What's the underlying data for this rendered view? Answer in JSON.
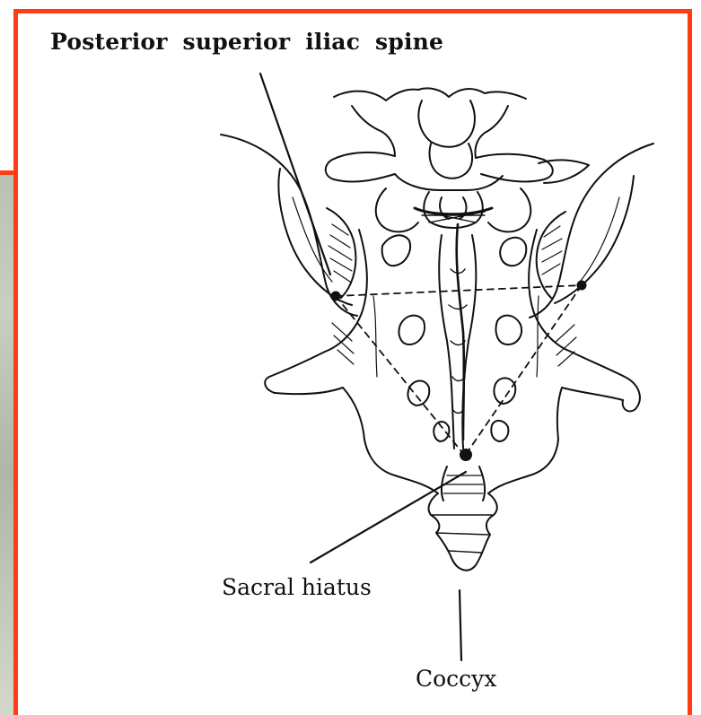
{
  "labels": {
    "psis": "Posterior superior iliac spine",
    "sacral_hiatus": "Sacral hiatus",
    "coccyx": "Coccyx"
  },
  "colors": {
    "frame": "#ff3c12",
    "ink": "#111111",
    "background": "#ffffff"
  }
}
